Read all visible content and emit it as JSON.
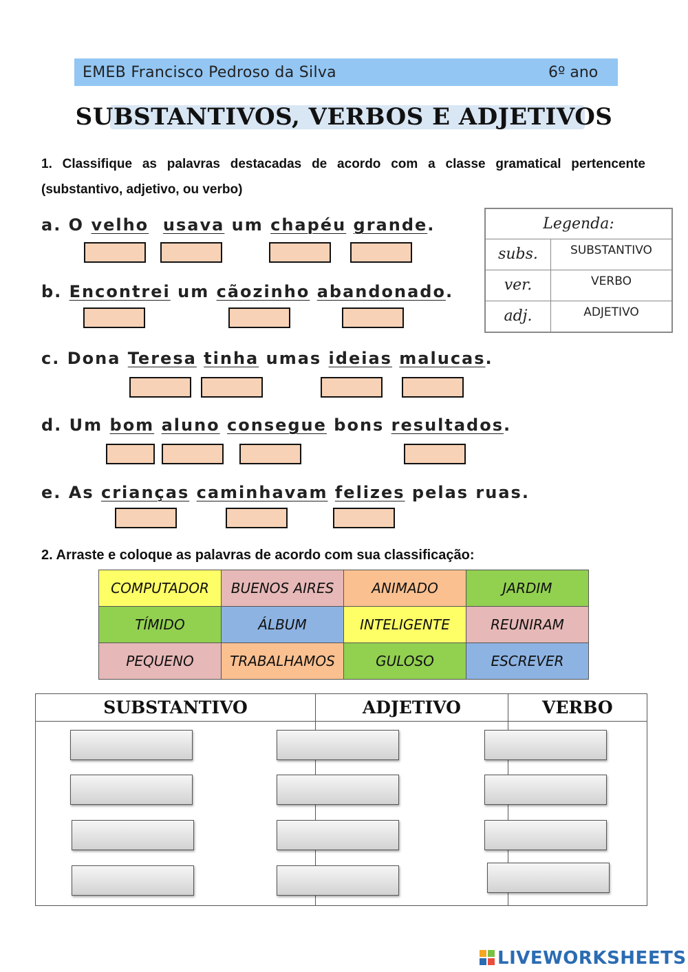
{
  "header": {
    "school": "EMEB Francisco Pedroso da Silva",
    "grade": "6º ano",
    "title": "SUBSTANTIVOS, VERBOS E ADJETIVOS"
  },
  "q1": {
    "text": "1. Classifique as palavras destacadas de acordo com a classe gramatical pertencente (substantivo, adjetivo, ou verbo)"
  },
  "sentences": {
    "a": {
      "prefix": "a. O ",
      "w1": "velho",
      "w2": "usava",
      "m1": " um ",
      "w3": "chapéu",
      "w4": "grande",
      "end": "."
    },
    "b": {
      "prefix": "b. ",
      "w1": "Encontrei",
      "m1": " um ",
      "w2": "cãozinho",
      "w3": "abandonado",
      "end": "."
    },
    "c": {
      "prefix": "c. Dona ",
      "w1": "Teresa",
      "w2": "tinha",
      "m1": " umas ",
      "w3": "ideias",
      "w4": "malucas",
      "end": "."
    },
    "d": {
      "prefix": "d. Um ",
      "w1": "bom",
      "w2": "aluno",
      "w3": "consegue",
      "m1": " bons ",
      "w4": "resultados",
      "end": "."
    },
    "e": {
      "prefix": "e. As ",
      "w1": "crianças",
      "w2": "caminhavam",
      "w3": "felizes",
      "end": " pelas ruas."
    }
  },
  "legend": {
    "heading": "Legenda:",
    "rows": [
      {
        "abbr": "subs.",
        "label": "SUBSTANTIVO"
      },
      {
        "abbr": "ver.",
        "label": "VERBO"
      },
      {
        "abbr": "adj.",
        "label": "ADJETIVO"
      }
    ]
  },
  "q2": {
    "text": "2. Arraste e coloque as palavras de acordo com sua classificação:"
  },
  "words": [
    {
      "text": "COMPUTADOR",
      "color": "#fefe66"
    },
    {
      "text": "BUENOS AIRES",
      "color": "#e6b8b7"
    },
    {
      "text": "ANIMADO",
      "color": "#fac090"
    },
    {
      "text": "JARDIM",
      "color": "#92d050"
    },
    {
      "text": "TÍMIDO",
      "color": "#92d050"
    },
    {
      "text": "ÁLBUM",
      "color": "#8db3e2"
    },
    {
      "text": "INTELIGENTE",
      "color": "#fefe66"
    },
    {
      "text": "REUNIRAM",
      "color": "#e6b8b7"
    },
    {
      "text": "PEQUENO",
      "color": "#e6b8b7"
    },
    {
      "text": "TRABALHAMOS",
      "color": "#fac090"
    },
    {
      "text": "GULOSO",
      "color": "#92d050"
    },
    {
      "text": "ESCREVER",
      "color": "#8db3e2"
    }
  ],
  "sort": {
    "col1": "SUBSTANTIVO",
    "col2": "ADJETIVO",
    "col3": "VERBO"
  },
  "footer": {
    "logo": "LIVEWORKSHEETS"
  }
}
